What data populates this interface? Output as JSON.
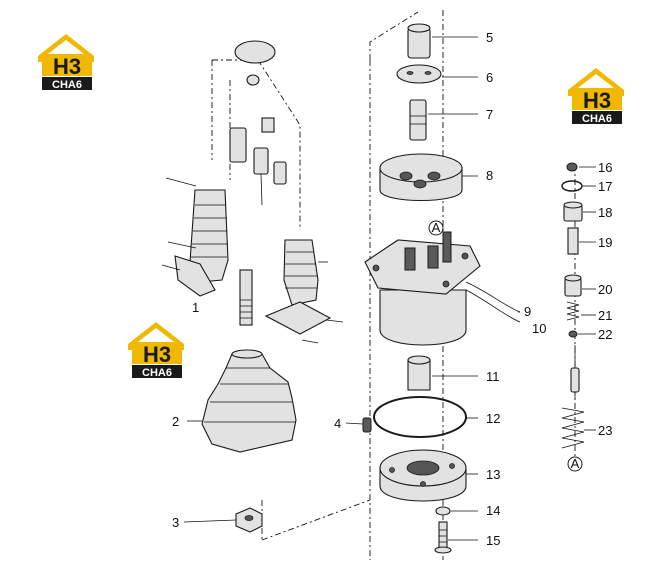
{
  "logo": {
    "mark_letters": "H3",
    "caption": "CHA6",
    "colors": {
      "gold": "#f0b800",
      "dark": "#1a1a1a"
    }
  },
  "parts": [
    {
      "id": "p1",
      "label": "1"
    },
    {
      "id": "p2",
      "label": "2"
    },
    {
      "id": "p3",
      "label": "3"
    },
    {
      "id": "p4",
      "label": "4"
    },
    {
      "id": "p5",
      "label": "5"
    },
    {
      "id": "p6",
      "label": "6"
    },
    {
      "id": "p7",
      "label": "7"
    },
    {
      "id": "p8",
      "label": "8"
    },
    {
      "id": "p9",
      "label": "9"
    },
    {
      "id": "p10",
      "label": "10"
    },
    {
      "id": "p11",
      "label": "11"
    },
    {
      "id": "p12",
      "label": "12"
    },
    {
      "id": "p13",
      "label": "13"
    },
    {
      "id": "p14",
      "label": "14"
    },
    {
      "id": "p15",
      "label": "15"
    },
    {
      "id": "p16",
      "label": "16"
    },
    {
      "id": "p17",
      "label": "17"
    },
    {
      "id": "p18",
      "label": "18"
    },
    {
      "id": "p19",
      "label": "19"
    },
    {
      "id": "p20",
      "label": "20"
    },
    {
      "id": "p21",
      "label": "21"
    },
    {
      "id": "p22",
      "label": "22"
    },
    {
      "id": "p23",
      "label": "23"
    }
  ],
  "reference_marker": "A"
}
